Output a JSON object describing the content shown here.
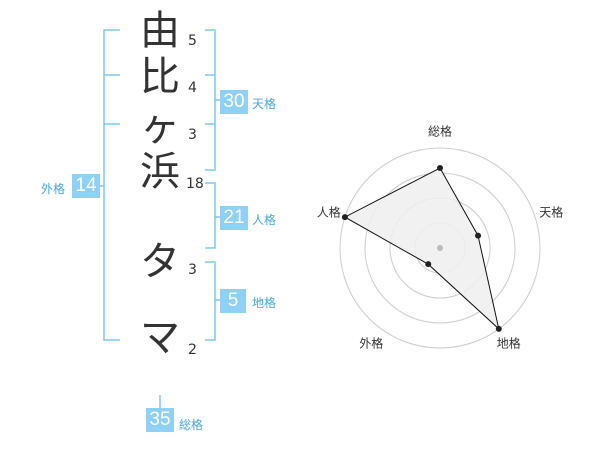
{
  "name": {
    "characters": [
      "由",
      "比",
      "ヶ",
      "浜",
      "タ",
      "マ"
    ],
    "strokes": [
      "5",
      "4",
      "3",
      "18",
      "3",
      "2"
    ]
  },
  "fortune": {
    "tenkaku": {
      "value": "30",
      "label": "天格"
    },
    "jinkaku": {
      "value": "21",
      "label": "人格"
    },
    "chikaku": {
      "value": "5",
      "label": "地格"
    },
    "gaikaku": {
      "value": "14",
      "label": "外格"
    },
    "soukaku": {
      "value": "35",
      "label": "総格"
    }
  },
  "radar": {
    "labels": [
      "総格",
      "天格",
      "地格",
      "外格",
      "人格"
    ],
    "values": [
      0.8,
      0.4,
      1.0,
      0.2,
      1.0
    ],
    "max": 1.0,
    "rings": 4,
    "colors": {
      "fill": "#efefef",
      "line": "#111111",
      "point": "#222222",
      "grid": "#cccccc",
      "center": "#bbbbbb"
    }
  },
  "colors": {
    "accent": "#8fd0f5",
    "accent_text": "#4aa8de",
    "bracket": "#7ec7f0"
  }
}
